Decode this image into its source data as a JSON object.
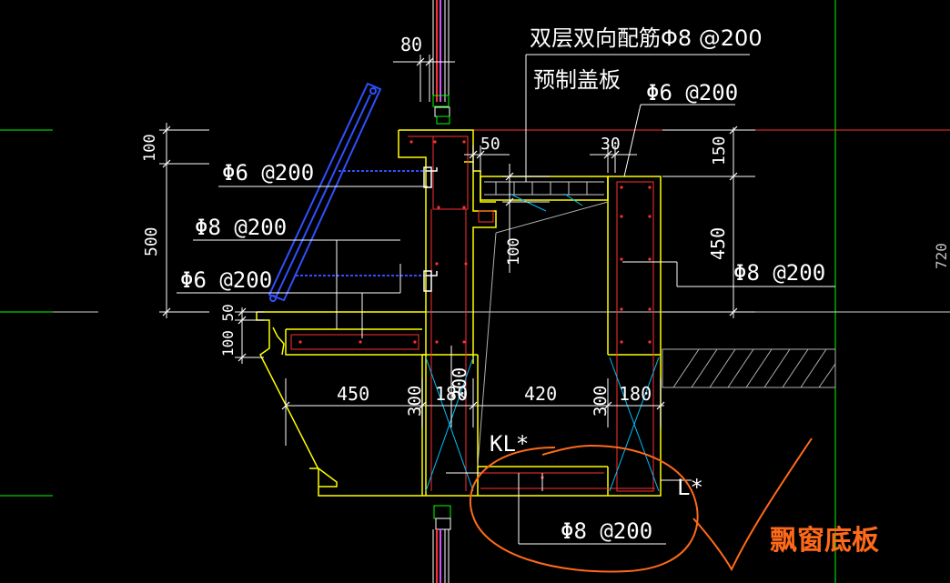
{
  "colors": {
    "background": "#000000",
    "line_white": "#ffffff",
    "line_yellow": "#ffff00",
    "line_cyan": "#00c0ff",
    "line_red": "#ff3030",
    "line_green": "#00ff00",
    "line_blue": "#3050ff",
    "line_gray": "#b0b0b0",
    "annotation_orange": "#ff6a1a"
  },
  "labels": {
    "title_rebar": "双层双向配筋Φ8 @200",
    "precast_cover": "预制盖板",
    "rebar_top_right": "Φ6 @200",
    "rebar_left_1": "Φ6 @200",
    "rebar_left_2": "Φ8 @200",
    "rebar_left_3": "Φ6 @200",
    "rebar_right": "Φ8 @200",
    "rebar_bottom": "Φ8 @200",
    "beam_kl": "KL*",
    "beam_l": "L*"
  },
  "dimensions": {
    "d80": "80",
    "d50_top": "50",
    "d30": "30",
    "d150": "150",
    "d100_left": "100",
    "d500": "500",
    "d450_right": "450",
    "d100_mid": "100",
    "d200": "200",
    "d100_50": "100 50",
    "d450_bottom": "450",
    "d300_a": "300",
    "d180_a": "180",
    "d420": "420",
    "d300_b": "300",
    "d180_b": "180",
    "d720_edge": "720"
  },
  "annotation": {
    "handwritten_label": "飘窗底板"
  }
}
